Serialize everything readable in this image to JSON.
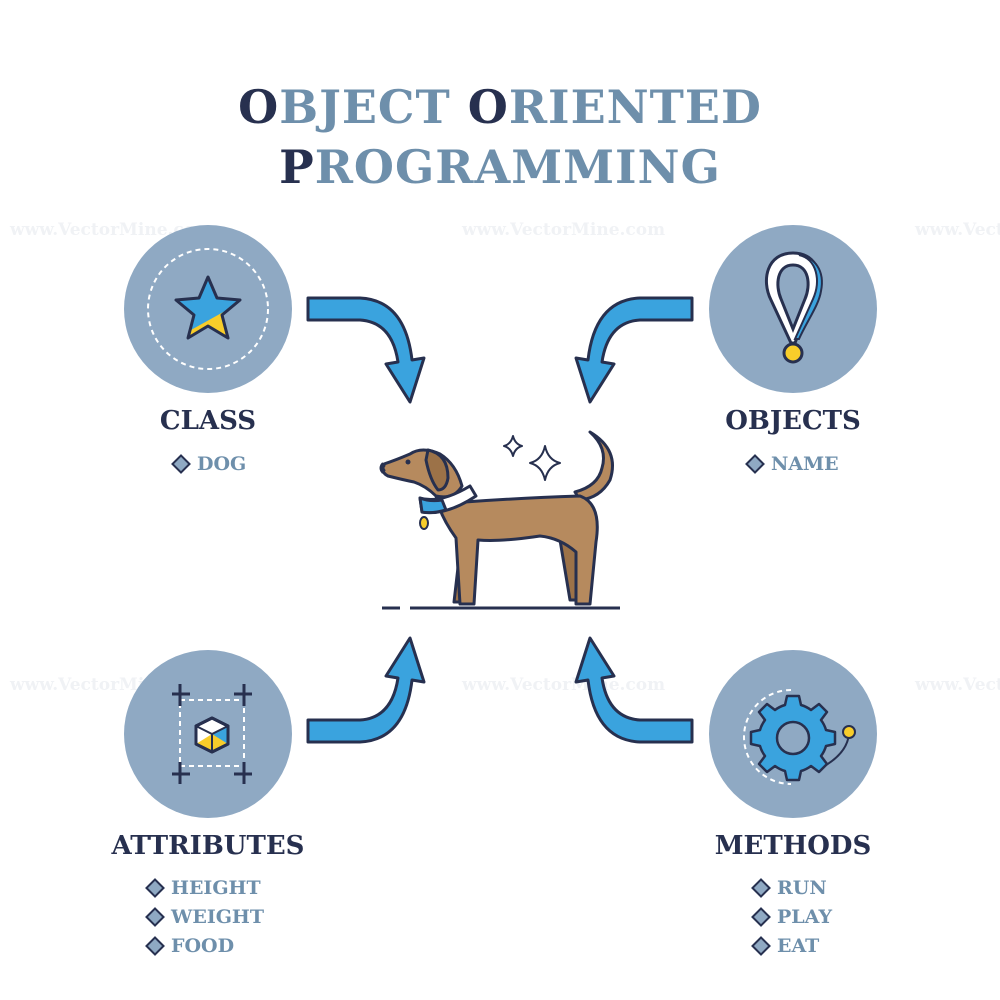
{
  "title": {
    "line1": [
      {
        "text": "O",
        "highlight": true
      },
      {
        "text": "BJECT ",
        "highlight": false
      },
      {
        "text": "O",
        "highlight": true
      },
      {
        "text": "RIENTED",
        "highlight": false
      }
    ],
    "line2": [
      {
        "text": "P",
        "highlight": true
      },
      {
        "text": "ROGRAMMING",
        "highlight": false
      }
    ]
  },
  "watermark": "www.VectorMine.com",
  "center": {
    "icon": "dog-icon"
  },
  "panels": {
    "class": {
      "label": "CLASS",
      "icon": "star-icon",
      "items": [
        "DOG"
      ]
    },
    "objects": {
      "label": "OBJECTS",
      "icon": "medal-icon",
      "items": [
        "NAME"
      ]
    },
    "attributes": {
      "label": "ATTRIBUTES",
      "icon": "cube-icon",
      "items": [
        "HEIGHT",
        "WEIGHT",
        "FOOD"
      ]
    },
    "methods": {
      "label": "METHODS",
      "icon": "gear-icon",
      "items": [
        "RUN",
        "PLAY",
        "EAT"
      ]
    }
  },
  "colors": {
    "title_dark": "#27304f",
    "title_light": "#6e8fab",
    "circle": "#8fa9c3",
    "arrow": "#3aa3de",
    "yellow": "#f8cd2a",
    "dog": "#b68a5e"
  }
}
